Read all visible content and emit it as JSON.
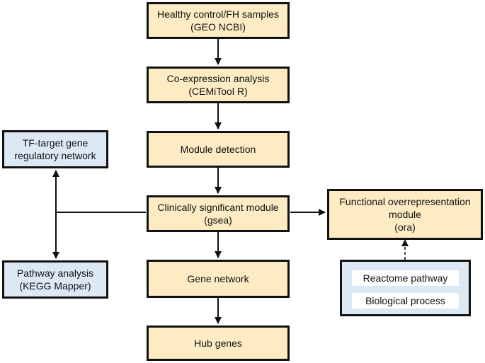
{
  "nodes": {
    "samples": {
      "line1": "Healthy control/FH samples",
      "line2": "(GEO NCBI)"
    },
    "coexpression": {
      "line1": "Co-expression analysis",
      "line2": "(CEMiTool R)"
    },
    "module_detection": {
      "line1": "Module detection"
    },
    "significant_module": {
      "line1": "Clinically significant module",
      "line2": "(gsea)"
    },
    "gene_network": {
      "line1": "Gene network"
    },
    "hub_genes": {
      "line1": "Hub genes"
    },
    "tf_network": {
      "line1": "TF-target gene",
      "line2": "regulatory network"
    },
    "pathway": {
      "line1": "Pathway analysis",
      "line2": "(KEGG Mapper)"
    },
    "functional": {
      "line1": "Functional overrepresentation",
      "line2": "module",
      "line3": "(ora)"
    },
    "enrichment": {
      "item1": "Reactome pathway",
      "item2": "Biological process"
    }
  },
  "colors": {
    "primary_fill": "#fdebc4",
    "secondary_fill": "#dde8f5",
    "stroke": "#111111"
  }
}
